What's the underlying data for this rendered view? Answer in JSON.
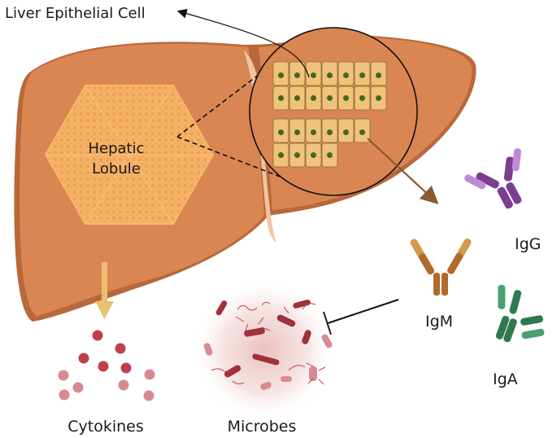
{
  "labels": {
    "liver_cell": "Liver Epithelial Cell",
    "hepatic": "Hepatic",
    "lobule": "Lobule",
    "igg": "IgG",
    "igm": "IgM",
    "iga": "IgA",
    "cytokines": "Cytokines",
    "microbes": "Microbes"
  },
  "colors": {
    "liver": "#d98652",
    "liver_shadow": "#b8683a",
    "lobule": "#f2a24f",
    "cell_fill": "#f0c27a",
    "cell_stroke": "#8a6a3a",
    "nucleus": "#3d6b1f",
    "igg": "#7b3d8f",
    "igm": "#b06a2a",
    "iga": "#2e7a4e",
    "cytokine": "#c0404a",
    "microbe": "#a0303a",
    "arrow_down": "#e8c070",
    "arrow_brown": "#8a5a30"
  }
}
